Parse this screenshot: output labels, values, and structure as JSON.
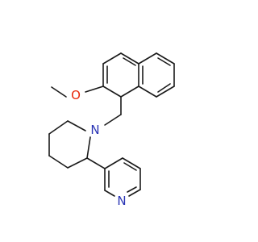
{
  "molecule": {
    "atom_labels": {
      "oxygen": "O",
      "piperidine_nitrogen": "N",
      "pyridine_nitrogen": "N"
    },
    "colors": {
      "bond": "#1a1a1a",
      "oxygen": "#e8260a",
      "nitrogen": "#2a35b5"
    }
  }
}
